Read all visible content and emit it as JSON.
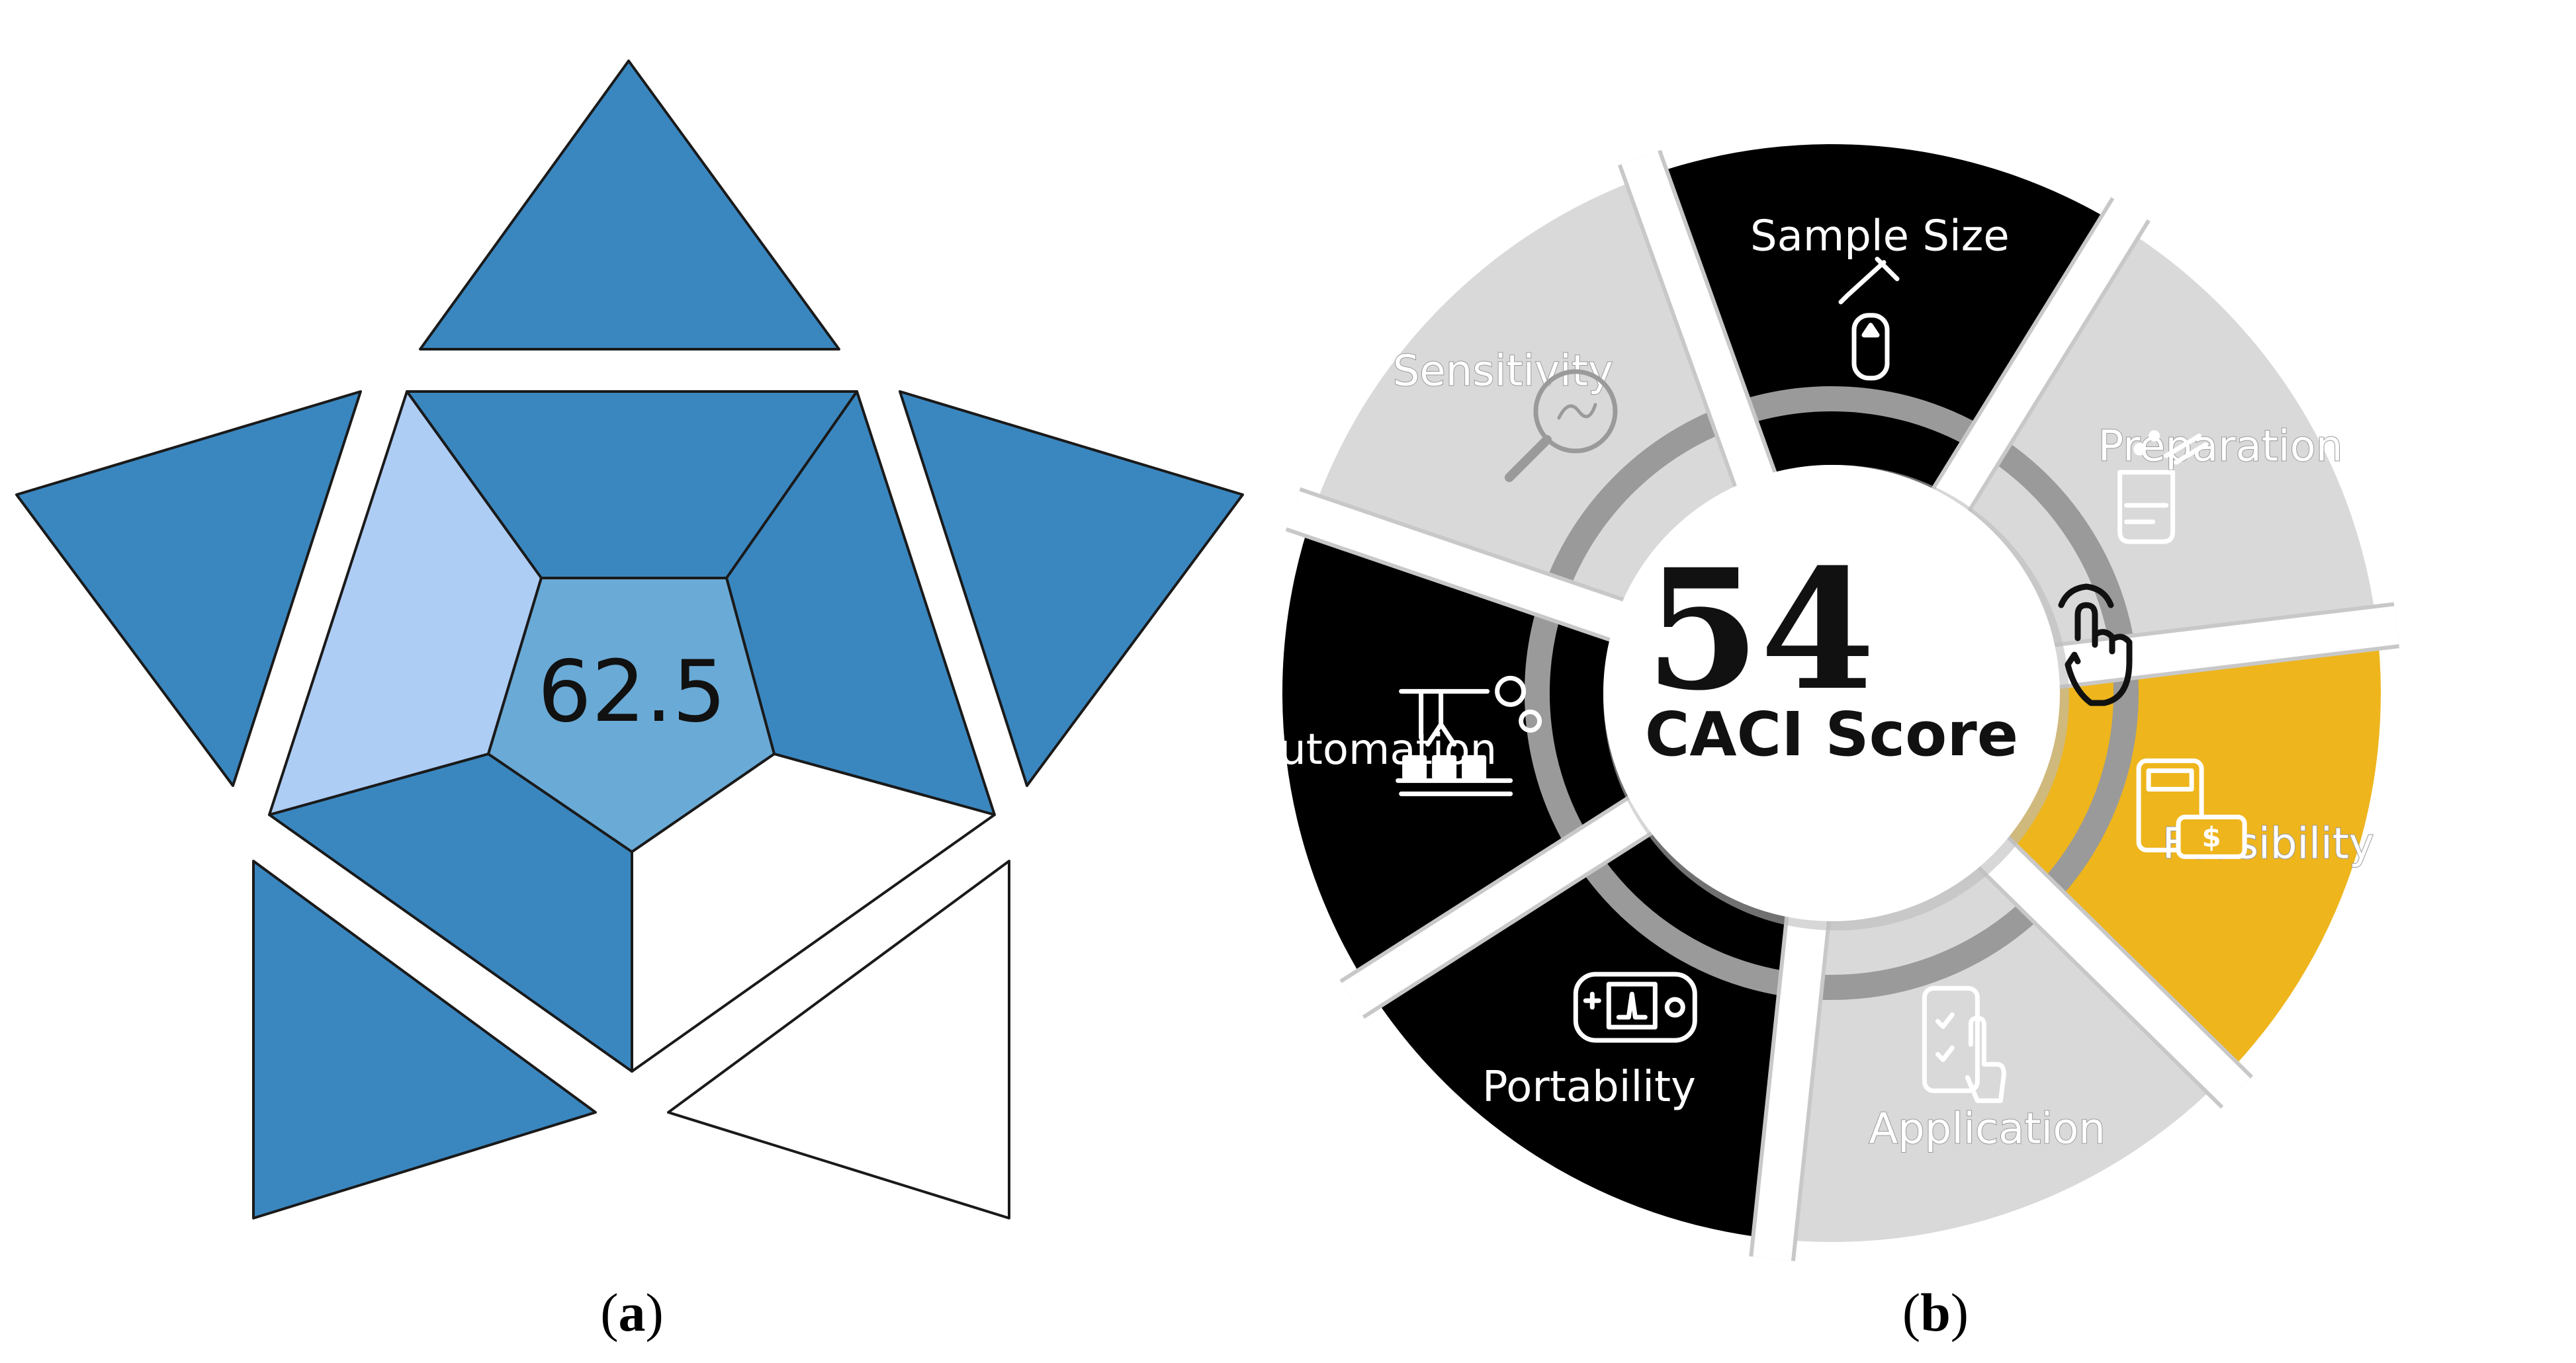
{
  "panel_a": {
    "label": "a",
    "score": "62.5",
    "colors": {
      "dark": "#3a87c0",
      "light": "#aecdf5",
      "mid": "#6aaad6",
      "empty": "#ffffff",
      "stroke": "#1a1a1a"
    },
    "segments": [
      {
        "name": "top-triangle",
        "fill": "dark"
      },
      {
        "name": "upper-left-triangle",
        "fill": "dark"
      },
      {
        "name": "upper-right-triangle",
        "fill": "dark"
      },
      {
        "name": "lower-left-triangle",
        "fill": "dark"
      },
      {
        "name": "lower-right-triangle",
        "fill": "empty"
      },
      {
        "name": "inner-top",
        "fill": "dark"
      },
      {
        "name": "inner-right",
        "fill": "dark"
      },
      {
        "name": "inner-lower-right",
        "fill": "empty"
      },
      {
        "name": "inner-lower-left",
        "fill": "dark"
      },
      {
        "name": "inner-left",
        "fill": "light"
      }
    ]
  },
  "panel_b": {
    "label": "b",
    "score": "54",
    "score_label": "CACI Score",
    "colors": {
      "black": "#000000",
      "gray": "#d9d9d9",
      "gold": "#eeb51c",
      "ring": "#9a9a9a",
      "center": "#ffffff",
      "text_light": "#ffffff"
    },
    "segments": [
      {
        "name": "sample-size",
        "label": "Sample Size",
        "fill": "black",
        "icon": "dropper-tube-icon"
      },
      {
        "name": "preparation",
        "label": "Preparation",
        "fill": "gray",
        "icon": "beaker-icon"
      },
      {
        "name": "feasibility",
        "label": "Feasibility",
        "fill": "gold",
        "icon": "calculator-money-icon"
      },
      {
        "name": "application",
        "label": "Application",
        "fill": "gray",
        "icon": "phone-touch-icon"
      },
      {
        "name": "portability",
        "label": "Portability",
        "fill": "black",
        "icon": "handheld-device-icon"
      },
      {
        "name": "automation",
        "label": "Automation",
        "fill": "black",
        "icon": "robot-arm-gears-icon"
      },
      {
        "name": "sensitivity",
        "label": "Sensitivity",
        "fill": "gray",
        "icon": "magnifier-icon"
      }
    ]
  }
}
